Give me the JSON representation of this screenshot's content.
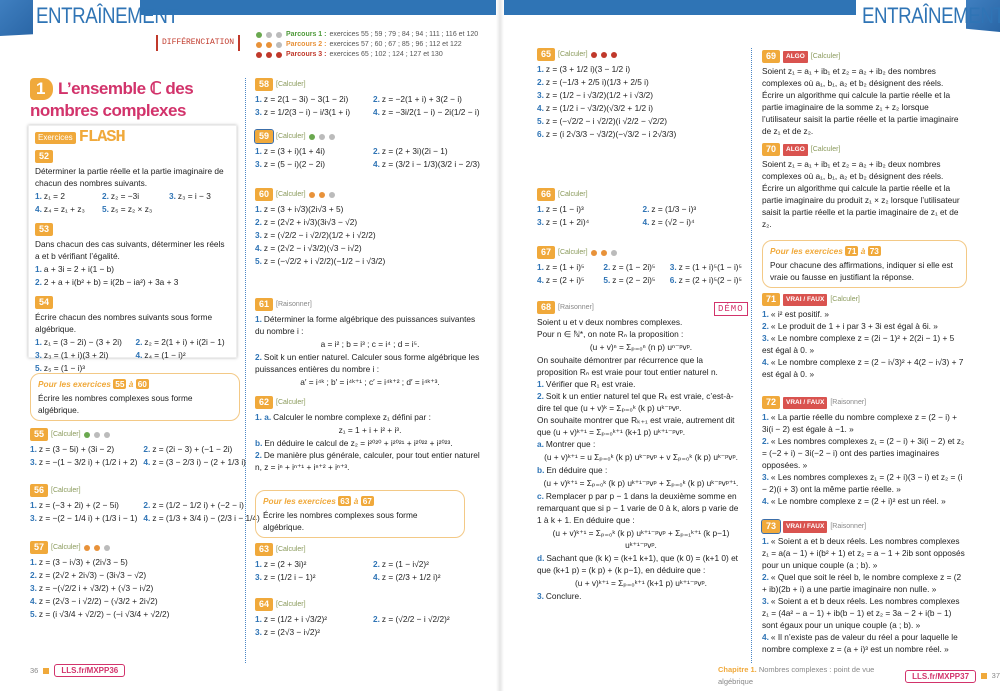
{
  "header": {
    "left_title": "ENTRAÎNEMENT",
    "right_title": "ENTRAÎNEMENT",
    "stamp": "DIFFÉRENCIATION",
    "parcours": [
      {
        "label": "Parcours 1 :",
        "text": " exercices 55 ; 59 ; 79 ; 84 ; 94 ; 111 ; 116 et 120",
        "color": "#4e9a3a",
        "dots": [
          "#6aa84f",
          "#bbbbbb",
          "#bbbbbb"
        ]
      },
      {
        "label": "Parcours 2 :",
        "text": " exercices 57 ; 60 ; 67 ; 85 ; 96 ; 112 et 122",
        "color": "#e8923a",
        "dots": [
          "#e8923a",
          "#e8923a",
          "#bbbbbb"
        ]
      },
      {
        "label": "Parcours 3 :",
        "text": " exercices 65 ; 102 ; 124 ; 127 et 130",
        "color": "#c0392b",
        "dots": [
          "#c0392b",
          "#c0392b",
          "#c0392b"
        ]
      }
    ]
  },
  "section": {
    "num": "1",
    "title": "L’ensemble ℂ des nombres complexes"
  },
  "flash": {
    "tag": "Exercices",
    "word": "FLASH",
    "exercises": [
      {
        "num": "52",
        "blocks": [
          {
            "k": "p",
            "t": "Déterminer la partie réelle et la partie imaginaire de chacun des nombres suivants."
          },
          {
            "k": "g3",
            "items": [
              [
                "1.",
                "z₁ = 2"
              ],
              [
                "2.",
                "z₂ = −3i"
              ],
              [
                "3.",
                "z₃ = i − 3"
              ],
              [
                "4.",
                "z₄ = z₁ + z₃"
              ],
              [
                "5.",
                "z₅ = z₂ × z₃"
              ]
            ]
          }
        ]
      },
      {
        "num": "53",
        "blocks": [
          {
            "k": "p",
            "t": "Dans chacun des cas suivants, déterminer les réels a et b vérifiant l’égalité."
          },
          {
            "k": "g1",
            "items": [
              [
                "1.",
                "a + 3i = 2 + i(1 − b)"
              ],
              [
                "2.",
                "2 + a + i(b² + b) = i(2b − ia²) + 3a + 3"
              ]
            ]
          }
        ]
      },
      {
        "num": "54",
        "blocks": [
          {
            "k": "p",
            "t": "Écrire chacun des nombres suivants sous forme algébrique."
          },
          {
            "k": "g2",
            "items": [
              [
                "1.",
                "z₁ = (3 − 2i) − (3 + 2i)"
              ],
              [
                "2.",
                "z₂ = 2(1 + i) + i(2i − 1)"
              ],
              [
                "3.",
                "z₃ = (1 + i)(3 + 2i)"
              ],
              [
                "4.",
                "z₄ = (1 − i)²"
              ],
              [
                "5.",
                "z₅ = (1 − i)³"
              ]
            ]
          }
        ]
      }
    ]
  },
  "info_boxes": [
    {
      "prefix": "Pour les exercices",
      "from": "55",
      "sep": "à",
      "to": "60",
      "text": "Écrire les nombres complexes sous forme algébrique."
    },
    {
      "prefix": "Pour les exercices",
      "from": "63",
      "sep": "à",
      "to": "67",
      "text": "Écrire les nombres complexes sous forme algébrique."
    },
    {
      "prefix": "Pour les exercices",
      "from": "71",
      "sep": "à",
      "to": "73",
      "text": "Pour chacune des affirmations, indiquer si elle est vraie ou fausse en justifiant la réponse."
    }
  ],
  "exercises": [
    {
      "num": "55",
      "skill": "[Calculer]",
      "dots": [
        "#6aa84f",
        "#bbbbbb",
        "#bbbbbb"
      ],
      "blocks": [
        {
          "k": "g2",
          "items": [
            [
              "1.",
              "z = (3 − 5i) + (3i − 2)"
            ],
            [
              "2.",
              "z = (2i − 3) + (−1 − 2i)"
            ],
            [
              "3.",
              "z = −(1 − 3/2 i) + (1/2 i + 2)"
            ],
            [
              "4.",
              "z = (3 − 2/3 i) − (2 + 1/3 i)"
            ]
          ]
        }
      ]
    },
    {
      "num": "56",
      "skill": "[Calculer]",
      "blocks": [
        {
          "k": "g2",
          "items": [
            [
              "1.",
              "z = (−3 + 2i) + (2 − 5i)"
            ],
            [
              "2.",
              "z = (1/2 − 1/2 i) + (−2 − i)"
            ],
            [
              "3.",
              "z = −(2 − 1/4 i) + (1/3 i − 1)"
            ],
            [
              "4.",
              "z = (1/3 + 3/4 i) − (2/3 i − 1/4)"
            ]
          ]
        }
      ]
    },
    {
      "num": "57",
      "skill": "[Calculer]",
      "dots": [
        "#e8923a",
        "#e8923a",
        "#bbbbbb"
      ],
      "blocks": [
        {
          "k": "g1",
          "items": [
            [
              "1.",
              "z = (3 − i√3) + (2i√3 − 5)"
            ],
            [
              "2.",
              "z = (2√2 + 2i√3) − (3i√3 − √2)"
            ],
            [
              "3.",
              "z = −(√2/2 i + √3/2) + (√3 − i√2)"
            ],
            [
              "4.",
              "z = (2√3 − i √2/2) − (√3/2 + 2i√2)"
            ],
            [
              "5.",
              "z = (i √3/4 + √2/2) − (−i √3/4 + √2/2)"
            ]
          ]
        }
      ]
    },
    {
      "num": "58",
      "skill": "[Calculer]",
      "blocks": [
        {
          "k": "g2",
          "items": [
            [
              "1.",
              "z = 2(1 − 3i) − 3(1 − 2i)"
            ],
            [
              "2.",
              "z = −2(1 + i) + 3(2 − i)"
            ],
            [
              "3.",
              "z = 1/2(3 − i) − i/3(1 + i)"
            ],
            [
              "4.",
              "z = −3i/2(1 − i) − 2i(1/2 − i)"
            ]
          ]
        }
      ]
    },
    {
      "num": "59",
      "sel": true,
      "skill": "[Calculer]",
      "dots": [
        "#6aa84f",
        "#bbbbbb",
        "#bbbbbb"
      ],
      "blocks": [
        {
          "k": "g2",
          "items": [
            [
              "1.",
              "z = (3 + i)(1 + 4i)"
            ],
            [
              "2.",
              "z = (2 + 3i)(2i − 1)"
            ],
            [
              "3.",
              "z = (5 − i)(2 − 2i)"
            ],
            [
              "4.",
              "z = (3/2 i − 1/3)(3/2 i − 2/3)"
            ]
          ]
        }
      ]
    },
    {
      "num": "60",
      "skill": "[Calculer]",
      "dots": [
        "#e8923a",
        "#e8923a",
        "#bbbbbb"
      ],
      "blocks": [
        {
          "k": "g1",
          "items": [
            [
              "1.",
              "z = (3 + i√3)(2i√3 + 5)"
            ],
            [
              "2.",
              "z = (2√2 + i√3)(3i√3 − √2)"
            ],
            [
              "3.",
              "z = (√2/2 − i √2/2)(1/2 + i √2/2)"
            ],
            [
              "4.",
              "z = (2√2 − i √3/2)(√3 − i√2)"
            ],
            [
              "5.",
              "z = (−√2/2 + i √2/2)(−1/2 − i √3/2)"
            ]
          ]
        }
      ]
    },
    {
      "num": "61",
      "skill": "[Raisonner]",
      "r": true,
      "blocks": [
        {
          "k": "p",
          "n": "1.",
          "t": "Déterminer la forme algébrique des puissances suivantes du nombre i :"
        },
        {
          "k": "c",
          "t": "a = i² ; b = i³ ; c = i⁴ ; d = i⁵."
        },
        {
          "k": "p",
          "n": "2.",
          "t": "Soit k un entier naturel. Calculer sous forme algébrique les puissances entières du nombre i :"
        },
        {
          "k": "c",
          "t": "a′ = i⁴ᵏ ; b′ = i⁴ᵏ⁺¹ ; c′ = i⁴ᵏ⁺² ; d′ = i⁴ᵏ⁺³."
        }
      ]
    },
    {
      "num": "62",
      "skill": "[Calculer]",
      "blocks": [
        {
          "k": "p",
          "n": "1. a.",
          "t": "Calculer le nombre complexe z₁ défini par :"
        },
        {
          "k": "c",
          "t": "z₁ = 1 + i + i² + i³."
        },
        {
          "k": "p",
          "n": "b.",
          "t": "En déduire le calcul de z₂ = i²⁰²⁰ + i²⁰²¹ + i²⁰²² + i²⁰²³."
        },
        {
          "k": "p",
          "n": "2.",
          "t": "De manière plus générale, calculer, pour tout entier naturel n, z = iⁿ + iⁿ⁺¹ + iⁿ⁺² + iⁿ⁺³."
        }
      ]
    },
    {
      "num": "63",
      "skill": "[Calculer]",
      "blocks": [
        {
          "k": "g2",
          "items": [
            [
              "1.",
              "z = (2 + 3i)²"
            ],
            [
              "2.",
              "z = (1 − i√2)²"
            ],
            [
              "3.",
              "z = (1/2 i − 1)²"
            ],
            [
              "4.",
              "z = (2/3 + 1/2 i)²"
            ]
          ]
        }
      ]
    },
    {
      "num": "64",
      "skill": "[Calculer]",
      "blocks": [
        {
          "k": "g2",
          "items": [
            [
              "1.",
              "z = (1/2 + i √3/2)²"
            ],
            [
              "2.",
              "z = (√2/2 − i √2/2)²"
            ],
            [
              "3.",
              "z = (2√3 − i√2)²"
            ]
          ]
        }
      ]
    },
    {
      "num": "65",
      "skill": "[Calculer]",
      "dots": [
        "#c0392b",
        "#c0392b",
        "#c0392b"
      ],
      "blocks": [
        {
          "k": "g1",
          "items": [
            [
              "1.",
              "z = (3 + 1/2 i)(3 − 1/2 i)"
            ],
            [
              "2.",
              "z = (−1/3 + 2/5 i)(1/3 + 2/5 i)"
            ],
            [
              "3.",
              "z = (1/2 − i √3/2)(1/2 + i √3/2)"
            ],
            [
              "4.",
              "z = (1/2 i − √3/2)(√3/2 + 1/2 i)"
            ],
            [
              "5.",
              "z = (−√2/2 − i √2/2)(i √2/2 − √2/2)"
            ],
            [
              "6.",
              "z = (i 2√3/3 − √3/2)(−√3/2 − i 2√3/3)"
            ]
          ]
        }
      ]
    },
    {
      "num": "66",
      "skill": "[Calculer]",
      "blocks": [
        {
          "k": "g2",
          "items": [
            [
              "1.",
              "z = (1 − i)³"
            ],
            [
              "2.",
              "z = (1/3 − i)³"
            ],
            [
              "3.",
              "z = (1 + 2i)⁴"
            ],
            [
              "4.",
              "z = (√2 − i)⁴"
            ]
          ]
        }
      ]
    },
    {
      "num": "67",
      "skill": "[Calculer]",
      "dots": [
        "#e8923a",
        "#e8923a",
        "#bbbbbb"
      ],
      "blocks": [
        {
          "k": "g3",
          "items": [
            [
              "1.",
              "z = (1 + i)⁵"
            ],
            [
              "2.",
              "z = (1 − 2i)⁵"
            ],
            [
              "3.",
              "z = (1 + i)⁵(1 − i)⁵"
            ],
            [
              "4.",
              "z = (2 + i)⁵"
            ],
            [
              "5.",
              "z = (2 − 2i)⁵"
            ],
            [
              "6.",
              "z = (2 + i)⁵(2 − i)⁵"
            ]
          ]
        }
      ]
    },
    {
      "num": "68",
      "skill": "[Raisonner]",
      "r": true,
      "demo": "DÉMO",
      "blocks": [
        {
          "k": "p",
          "t": "Soient u et v deux nombres complexes."
        },
        {
          "k": "p",
          "t": "Pour n ∈ ℕ*, on note Rₙ la proposition :"
        },
        {
          "k": "c",
          "t": "(u + v)ⁿ = Σₚ₌₀ⁿ (n p) uⁿ⁻ᵖvᵖ."
        },
        {
          "k": "p",
          "t": "On souhaite démontrer par récurrence que la proposition Rₙ est vraie pour tout entier naturel n."
        },
        {
          "k": "p",
          "n": "1.",
          "t": "Vérifier que R₁ est vraie."
        },
        {
          "k": "p",
          "n": "2.",
          "t": "Soit k un entier naturel tel que Rₖ est vraie, c’est-à-dire tel que (u + v)ᵏ = Σₚ₌₀ᵏ (k p) uᵏ⁻ᵖvᵖ."
        },
        {
          "k": "p",
          "t": "On souhaite montrer que Rₖ₊₁ est vraie, autrement dit que (u + v)ᵏ⁺¹ = Σₚ₌₀ᵏ⁺¹ (k+1 p) uᵏ⁺¹⁻ᵖvᵖ."
        },
        {
          "k": "p",
          "n": "a.",
          "t": "Montrer que :"
        },
        {
          "k": "c",
          "t": "(u + v)ᵏ⁺¹ = u Σₚ₌₀ᵏ (k p) uᵏ⁻ᵖvᵖ + v Σₚ₌₀ᵏ (k p) uᵏ⁻ᵖvᵖ."
        },
        {
          "k": "p",
          "n": "b.",
          "t": "En déduire que :"
        },
        {
          "k": "c",
          "t": "(u + v)ᵏ⁺¹ = Σₚ₌₀ᵏ (k p) uᵏ⁺¹⁻ᵖvᵖ + Σₚ₌₀ᵏ (k p) uᵏ⁻ᵖvᵖ⁺¹."
        },
        {
          "k": "p",
          "n": "c.",
          "t": "Remplacer p par p − 1 dans la deuxième somme en remarquant que si p − 1 varie de 0 à k, alors p varie de 1 à k + 1. En déduire que :"
        },
        {
          "k": "c",
          "t": "(u + v)ᵏ⁺¹ = Σₚ₌₀ᵏ (k p) uᵏ⁺¹⁻ᵖvᵖ + Σₚ₌₁ᵏ⁺¹ (k p−1) uᵏ⁺¹⁻ᵖvᵖ."
        },
        {
          "k": "p",
          "n": "d.",
          "t": "Sachant que (k k) = (k+1 k+1), que (k 0) = (k+1 0) et que (k+1 p) = (k p) + (k p−1), en déduire que :"
        },
        {
          "k": "c",
          "t": "(u + v)ᵏ⁺¹ = Σₚ₌₀ᵏ⁺¹ (k+1 p) uᵏ⁺¹⁻ᵖvᵖ."
        },
        {
          "k": "p",
          "n": "3.",
          "t": "Conclure."
        }
      ]
    },
    {
      "num": "69",
      "tag": "ALGO",
      "skill": "[Calculer]",
      "blocks": [
        {
          "k": "p",
          "t": "Soient z₁ = a₁ + ib₁ et z₂ = a₂ + ib₂ des nombres complexes où a₁, b₁, a₂ et b₂ désignent des réels."
        },
        {
          "k": "p",
          "t": "Écrire un algorithme qui calcule la partie réelle et la partie imaginaire de la somme z₁ + z₂ lorsque l’utilisateur saisit la partie réelle et la partie imaginaire de z₁ et de z₂."
        }
      ]
    },
    {
      "num": "70",
      "tag": "ALGO",
      "skill": "[Calculer]",
      "blocks": [
        {
          "k": "p",
          "t": "Soient z₁ = a₁ + ib₁ et z₂ = a₂ + ib₂ deux nombres complexes où a₁, b₁, a₂ et b₂ désignent des réels."
        },
        {
          "k": "p",
          "t": "Écrire un algorithme qui calcule la partie réelle et la partie imaginaire du produit z₁ × z₂ lorsque l’utilisateur saisit la partie réelle et la partie imaginaire de z₁ et de z₂."
        }
      ]
    },
    {
      "num": "71",
      "tag": "VRAI / FAUX",
      "skill": "[Calculer]",
      "blocks": [
        {
          "k": "p",
          "n": "1.",
          "t": "« i² est positif. »"
        },
        {
          "k": "p",
          "n": "2.",
          "t": "« Le produit de 1 + i par 3 + 3i est égal à 6i. »"
        },
        {
          "k": "p",
          "n": "3.",
          "t": "« Le nombre complexe z = (2i − 1)² + 2(2i − 1) + 5 est égal à 0. »"
        },
        {
          "k": "p",
          "n": "4.",
          "t": "« Le nombre complexe z = (2 − i√3)² + 4(2 − i√3) + 7 est égal à 0. »"
        }
      ]
    },
    {
      "num": "72",
      "tag": "VRAI / FAUX",
      "skill": "[Raisonner]",
      "r": true,
      "blocks": [
        {
          "k": "p",
          "n": "1.",
          "t": "« La partie réelle du nombre complexe z = (2 − i) + 3i(i − 2) est égale à −1. »"
        },
        {
          "k": "p",
          "n": "2.",
          "t": "« Les nombres complexes z₁ = (2 − i) + 3i(i − 2) et z₂ = (−2 + i) − 3i(−2 − i) ont des parties imaginaires opposées. »"
        },
        {
          "k": "p",
          "n": "3.",
          "t": "« Les nombres complexes z₁ = (2 + i)(3 − i) et z₂ = (i − 2)(i + 3) ont la même partie réelle. »"
        },
        {
          "k": "p",
          "n": "4.",
          "t": "« Le nombre complexe z = (2 + i)² est un réel. »"
        }
      ]
    },
    {
      "num": "73",
      "sel": true,
      "tag": "VRAI / FAUX",
      "skill": "[Raisonner]",
      "r": true,
      "blocks": [
        {
          "k": "p",
          "n": "1.",
          "t": "« Soient a et b deux réels. Les nombres complexes z₁ = a(a − 1) + i(b² + 1) et z₂ = a − 1 + 2ib sont opposés pour un unique couple (a ; b). »"
        },
        {
          "k": "p",
          "n": "2.",
          "t": "« Quel que soit le réel b, le nombre complexe z = (2 + ib)(2b + i) a une partie imaginaire non nulle. »"
        },
        {
          "k": "p",
          "n": "3.",
          "t": "« Soient a et b deux réels. Les nombres complexes z₁ = (4a² − a − 1) + ib(b − 1) et z₂ = 3a − 2 + i(b − 1) sont égaux pour un unique couple (a ; b). »"
        },
        {
          "k": "p",
          "n": "4.",
          "t": "« Il n’existe pas de valeur du réel a pour laquelle le nombre complexe z = (a + i)³ est un nombre réel. »"
        }
      ]
    }
  ],
  "footer": {
    "left_page": "36",
    "left_link": "LLS.fr/MXPP36",
    "chapter": "Chapitre 1.",
    "chapter_title": " Nombres complexes : point de vue algébrique",
    "right_link": "LLS.fr/MXPP37",
    "right_page": "37"
  }
}
